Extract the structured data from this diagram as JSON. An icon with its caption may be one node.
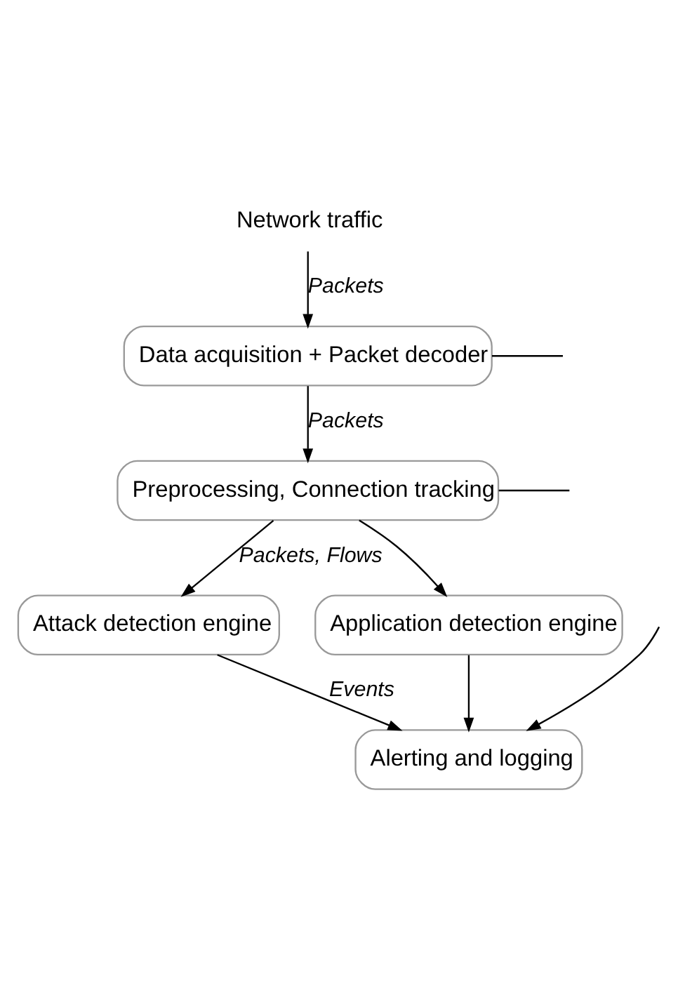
{
  "diagram": {
    "nodes": [
      {
        "text": [
          "Network traffic"
        ]
      },
      {
        "text": [
          "Data acquisition + Packet decoder"
        ]
      },
      {
        "text": [
          "Preprocessing, Connection tracking"
        ]
      },
      {
        "text": [
          "Attack detection engine"
        ]
      },
      {
        "text": [
          "Application detection engine"
        ]
      },
      {
        "text": [
          "Alerting and logging"
        ]
      }
    ],
    "edges": [
      {
        "from": 0,
        "to": 1,
        "arrow": "to",
        "label": "Packets"
      },
      {
        "from": 1,
        "to": 2,
        "arrow": "to",
        "label": "Packets"
      },
      {
        "from": 2,
        "to": 3,
        "arrow": "to",
        "label": "Packets, Flows"
      },
      {
        "from": 2,
        "to": 4,
        "arrow": "to"
      },
      {
        "from": 3,
        "to": 5,
        "arrow": "to",
        "label": "Events"
      },
      {
        "from": 4,
        "to": 5,
        "arrow": "to"
      },
      {
        "from": 1,
        "to": null,
        "arrow": "none"
      },
      {
        "from": 2,
        "to": null,
        "arrow": "none"
      },
      {
        "from": null,
        "to": 5,
        "arrow": "to"
      }
    ]
  }
}
